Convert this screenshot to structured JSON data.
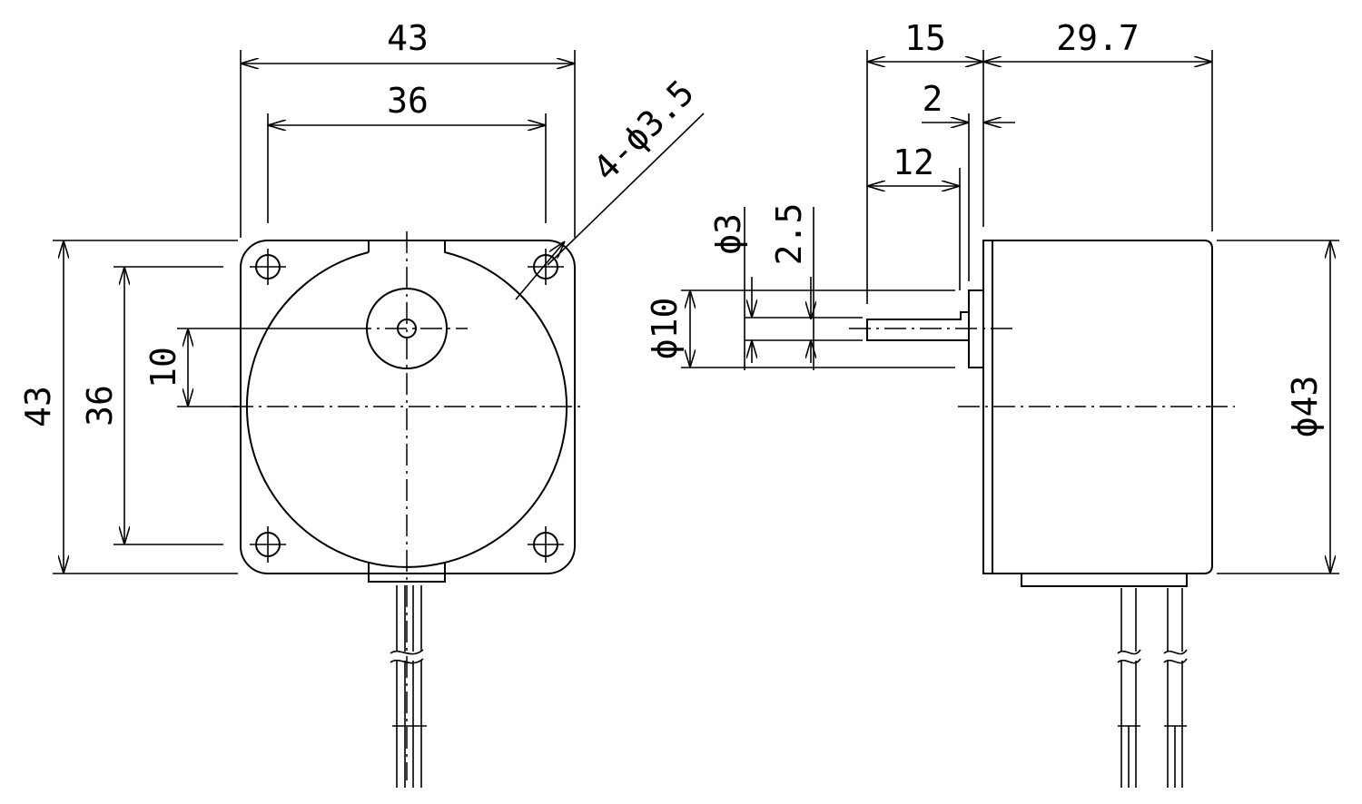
{
  "front_view": {
    "width": "43",
    "hole_spacing_h": "36",
    "height": "43",
    "hole_spacing_v": "36",
    "shaft_offset": "10",
    "holes": "4-ϕ3.5"
  },
  "side_view": {
    "shaft_length": "15",
    "body_length": "29.7",
    "boss_height": "2",
    "flat_length": "12",
    "shaft_dia": "ϕ3",
    "flat_dim": "2.5",
    "boss_dia": "ϕ10",
    "body_dia": "ϕ43"
  },
  "colors": {
    "line": "#000000",
    "background": "#ffffff"
  }
}
